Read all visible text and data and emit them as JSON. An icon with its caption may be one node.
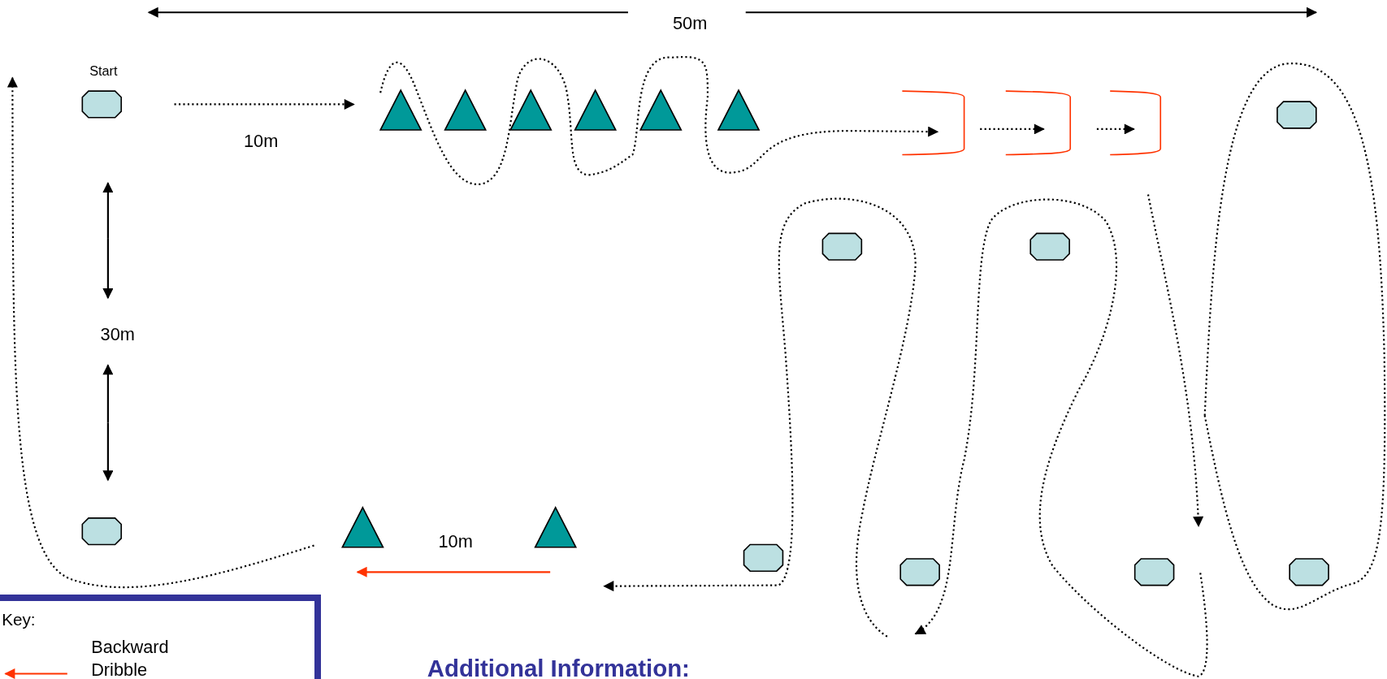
{
  "diagram": {
    "labels": [
      "50m",
      "Start",
      "10m",
      "30m",
      "10m",
      "Key:",
      "Additional Information:"
    ],
    "legend": [
      {
        "text": "Backward Dribble"
      }
    ]
  }
}
